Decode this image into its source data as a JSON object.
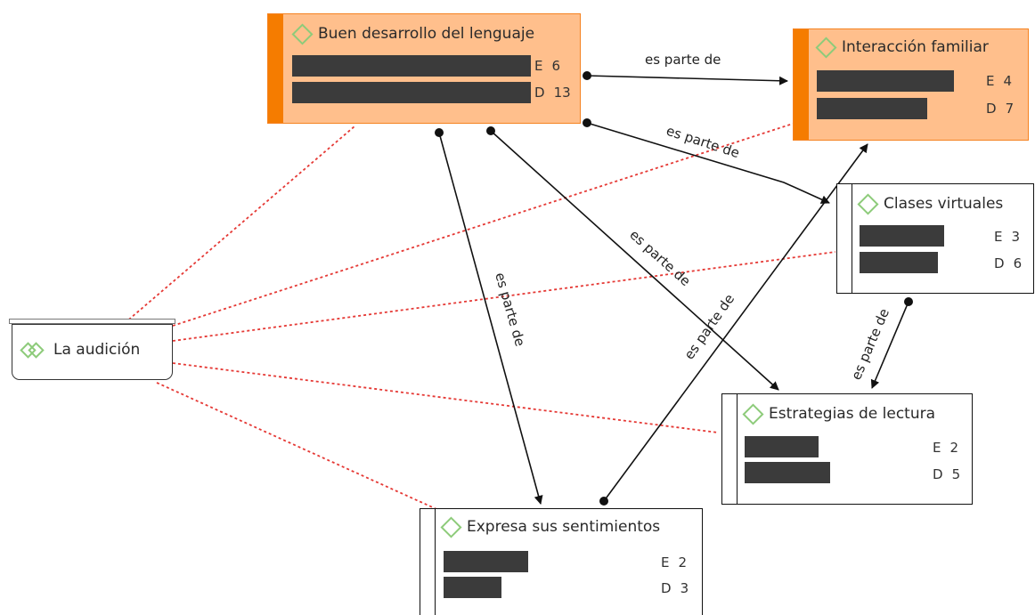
{
  "nodes": {
    "lenguaje": {
      "title": "Buen desarrollo del lenguaje",
      "e_key": "E",
      "e_val": "6",
      "d_key": "D",
      "d_val": "13"
    },
    "familiar": {
      "title": "Interacción familiar",
      "e_key": "E",
      "e_val": "4",
      "d_key": "D",
      "d_val": "7"
    },
    "clases": {
      "title": "Clases virtuales",
      "e_key": "E",
      "e_val": "3",
      "d_key": "D",
      "d_val": "6"
    },
    "estrategias": {
      "title": "Estrategias de lectura",
      "e_key": "E",
      "e_val": "2",
      "d_key": "D",
      "d_val": "5"
    },
    "expresa": {
      "title": "Expresa sus sentimientos",
      "e_key": "E",
      "e_val": "2",
      "d_key": "D",
      "d_val": "3"
    },
    "audicion": {
      "title": "La audición"
    }
  },
  "relations": [
    {
      "from": "Buen desarrollo del lenguaje",
      "to": "Interacción familiar",
      "label": "es parte de"
    },
    {
      "from": "Buen desarrollo del lenguaje",
      "to": "Clases virtuales",
      "label": "es parte de"
    },
    {
      "from": "Buen desarrollo del lenguaje",
      "to": "Estrategias de lectura",
      "label": "es parte de"
    },
    {
      "from": "Buen desarrollo del lenguaje",
      "to": "Expresa sus sentimientos",
      "label": "es parte de"
    },
    {
      "from": "Expresa sus sentimientos",
      "to": "Interacción familiar",
      "label": "es parte de"
    },
    {
      "from": "Clases virtuales",
      "to": "Estrategias de lectura",
      "label": "es parte de"
    }
  ],
  "colors": {
    "core_fill": "#ffbf8c",
    "core_band": "#f57c00",
    "diamond": "#8dcb7a",
    "dotted_link": "#e53935",
    "arrow": "#111111"
  },
  "icons": {
    "code_icon": "diamond-icon",
    "group_icon": "double-diamond-icon"
  }
}
